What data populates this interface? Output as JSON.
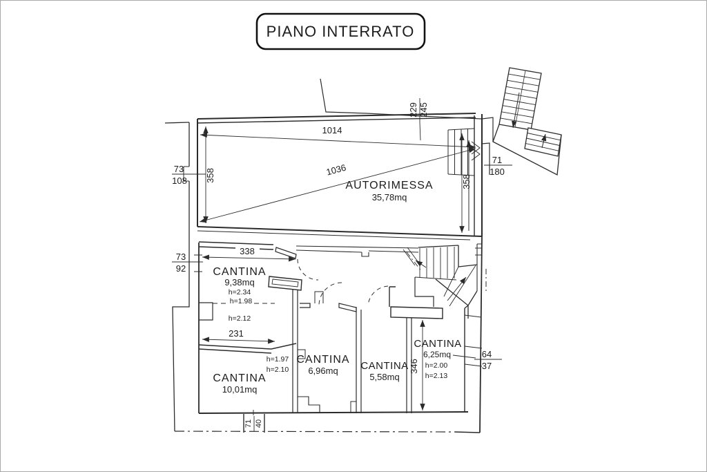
{
  "title": "PIANO INTERRATO",
  "rooms": {
    "autorimessa": {
      "name": "AUTORIMESSA",
      "area": "35,78mq"
    },
    "cantina_938": {
      "name": "CANTINA",
      "area": "9,38mq",
      "h": "h=2.34"
    },
    "cantina_1001": {
      "name": "CANTINA",
      "area": "10,01mq"
    },
    "cantina_696": {
      "name": "CANTINA",
      "area": "6,96mq"
    },
    "cantina_558": {
      "name": "CANTINA",
      "area": "5,58mq"
    },
    "cantina_625": {
      "name": "CANTINA",
      "area": "6,25mq",
      "h1": "h=2.00",
      "h2": "h=2.13"
    }
  },
  "heights": {
    "h_198": "h=1.98",
    "h_212": "h=2.12",
    "h_197": "h=1.97",
    "h_210": "h=2.10"
  },
  "dims": {
    "w1014": "1014",
    "d1036": "1036",
    "left_358": "358",
    "right_358": "358",
    "top_338": "338",
    "mid_231": "231",
    "right_346": "346",
    "up_229": "229",
    "up_245": "245"
  },
  "openings": {
    "o_73_108": {
      "w": "73",
      "h": "108"
    },
    "o_73_92": {
      "w": "73",
      "h": "92"
    },
    "o_71_180": {
      "w": "71",
      "h": "180"
    },
    "o_64_37": {
      "w": "64",
      "h": "37"
    },
    "o_71_40": {
      "w": "71",
      "h": "40"
    }
  },
  "colors": {
    "line": "#2b2b2b",
    "bg": "#ffffff"
  }
}
